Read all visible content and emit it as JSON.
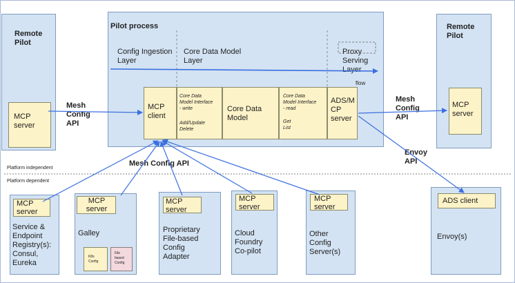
{
  "remote_pilot_left": {
    "title": "Remote\nPilot",
    "mcp_server": "MCP\nserver"
  },
  "remote_pilot_right": {
    "title": "Remote\nPilot",
    "mcp_server": "MCP\nserver"
  },
  "pilot_process": {
    "title": "Pilot process",
    "config_ingestion_layer": "Config Ingestion\nLayer",
    "core_data_model_layer": "Core Data Model\nLayer",
    "proxy_serving_layer": "Proxy\nServing\nLayer",
    "flow": "flow",
    "mcp_client": "MCP\nclient",
    "interface_write": "Core Data\nModel Interface\n- write",
    "add_update_delete": "Add/Update\nDelete",
    "core_data_model": "Core Data\nModel",
    "interface_read": "Core Data\nModel Interface\n- read",
    "get_list": "Get\nList",
    "ads_mcp_server": "ADS/M\nCP\nserver"
  },
  "edges": {
    "mesh_config_api_left": "Mesh\nConfig\nAPI",
    "mesh_config_api_right": "Mesh\nConfig\nAPI",
    "mesh_config_api_bottom": "Mesh Config API",
    "envoy_api": "Envoy\nAPI"
  },
  "platform": {
    "independent": "Platform independent",
    "dependent": "Platform dependent"
  },
  "sources": [
    {
      "server": "MCP\nserver",
      "label": "Service &\nEndpoint\nRegistry(s):\nConsul,\nEureka"
    },
    {
      "server": "MCP\nserver",
      "label": "Galley",
      "sub1": "K8s\nConfig",
      "sub2": "File\nbased\nConfig"
    },
    {
      "server": "MCP\nserver",
      "label": "Proprietary\nFile-based\nConfig\nAdapter"
    },
    {
      "server": "MCP\nserver",
      "label": "Cloud\nFoundry\nCo-pilot"
    },
    {
      "server": "MCP\nserver",
      "label": "Other\nConfig\nServer(s)"
    }
  ],
  "envoy": {
    "ads_client": "ADS client",
    "label": "Envoy(s)"
  },
  "colors": {
    "box_fill": "#d3e3f3",
    "server_fill": "#fdf3c8",
    "arrow": "#3b6fe0"
  }
}
